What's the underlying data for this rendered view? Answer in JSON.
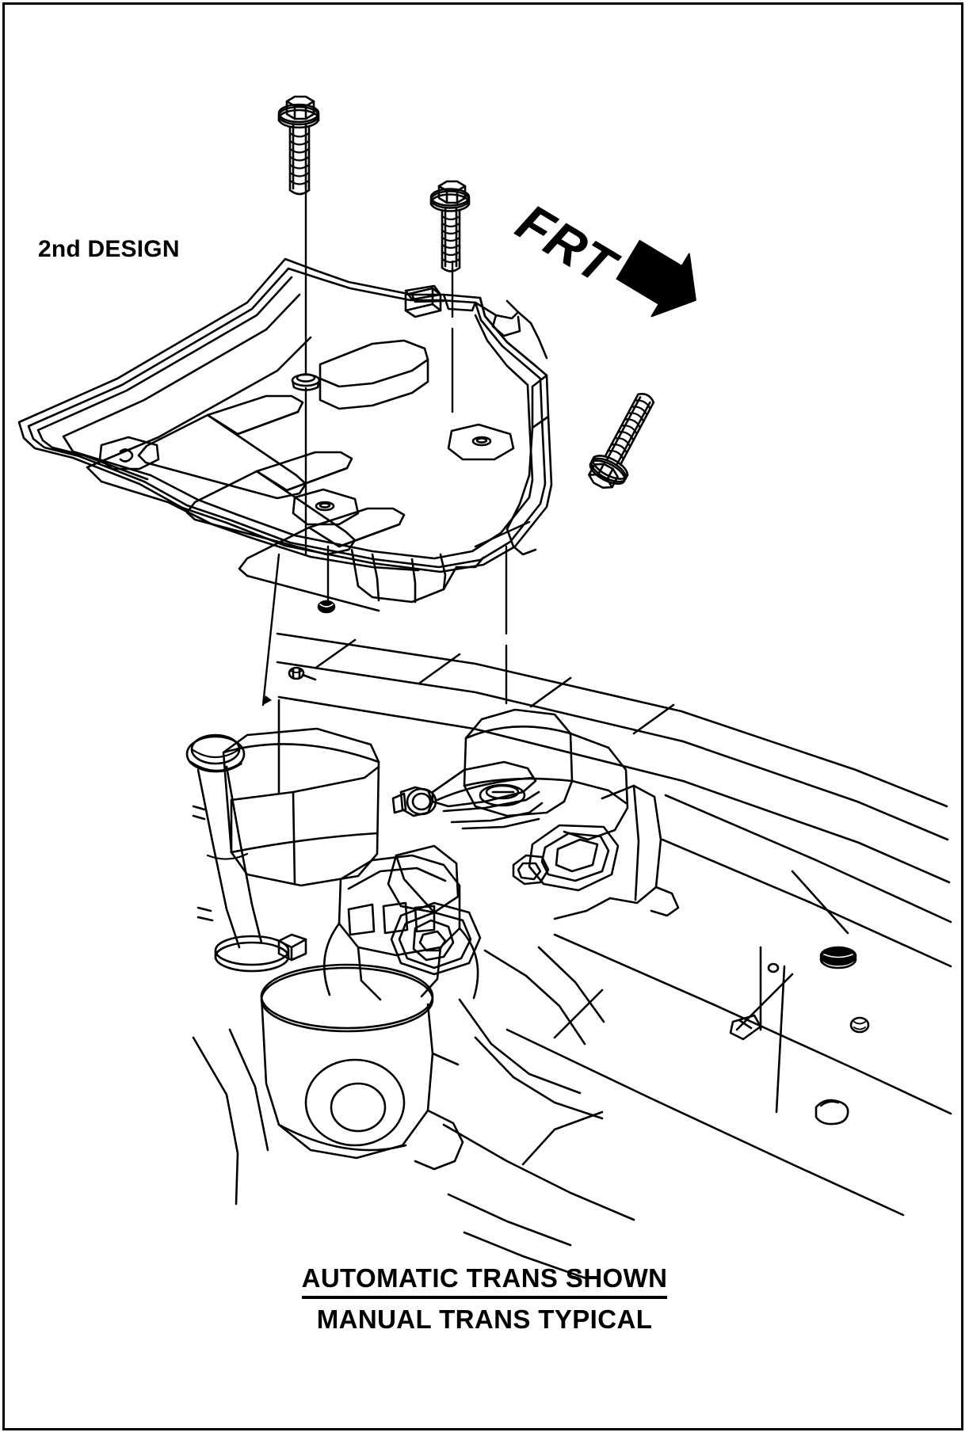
{
  "diagram": {
    "title_label": "2nd DESIGN",
    "orientation_marker": {
      "text": "FRT",
      "meaning": "front-of-vehicle direction arrow",
      "rotation_degrees": 31
    },
    "captions": {
      "primary": "AUTOMATIC TRANS SHOWN",
      "secondary": "MANUAL TRANS TYPICAL"
    },
    "colors": {
      "line": "#000000",
      "background": "#ffffff",
      "fill": "#ffffff"
    },
    "parts": [
      {
        "name": "battery-tray",
        "description": "stamped sheet-metal battery tray with ribbed floor and raised perimeter flange"
      },
      {
        "name": "bolt-left",
        "description": "hex flange head bolt, vertical, installs through left tray hole"
      },
      {
        "name": "bolt-center",
        "description": "hex flange head bolt, vertical, installs through rear tray hole"
      },
      {
        "name": "bolt-right",
        "description": "hex flange head bolt, angled, installs through right tray bracket"
      },
      {
        "name": "transmission-mount-bracket",
        "description": "transmission mount bracket with through-bolt"
      },
      {
        "name": "frame-rail",
        "description": "body frame rail with threaded holes and drain slots"
      },
      {
        "name": "fluid-reservoir",
        "description": "reservoir with hose at left of assembly"
      },
      {
        "name": "filter-canister",
        "description": "cylindrical canister below the transmission"
      }
    ]
  }
}
